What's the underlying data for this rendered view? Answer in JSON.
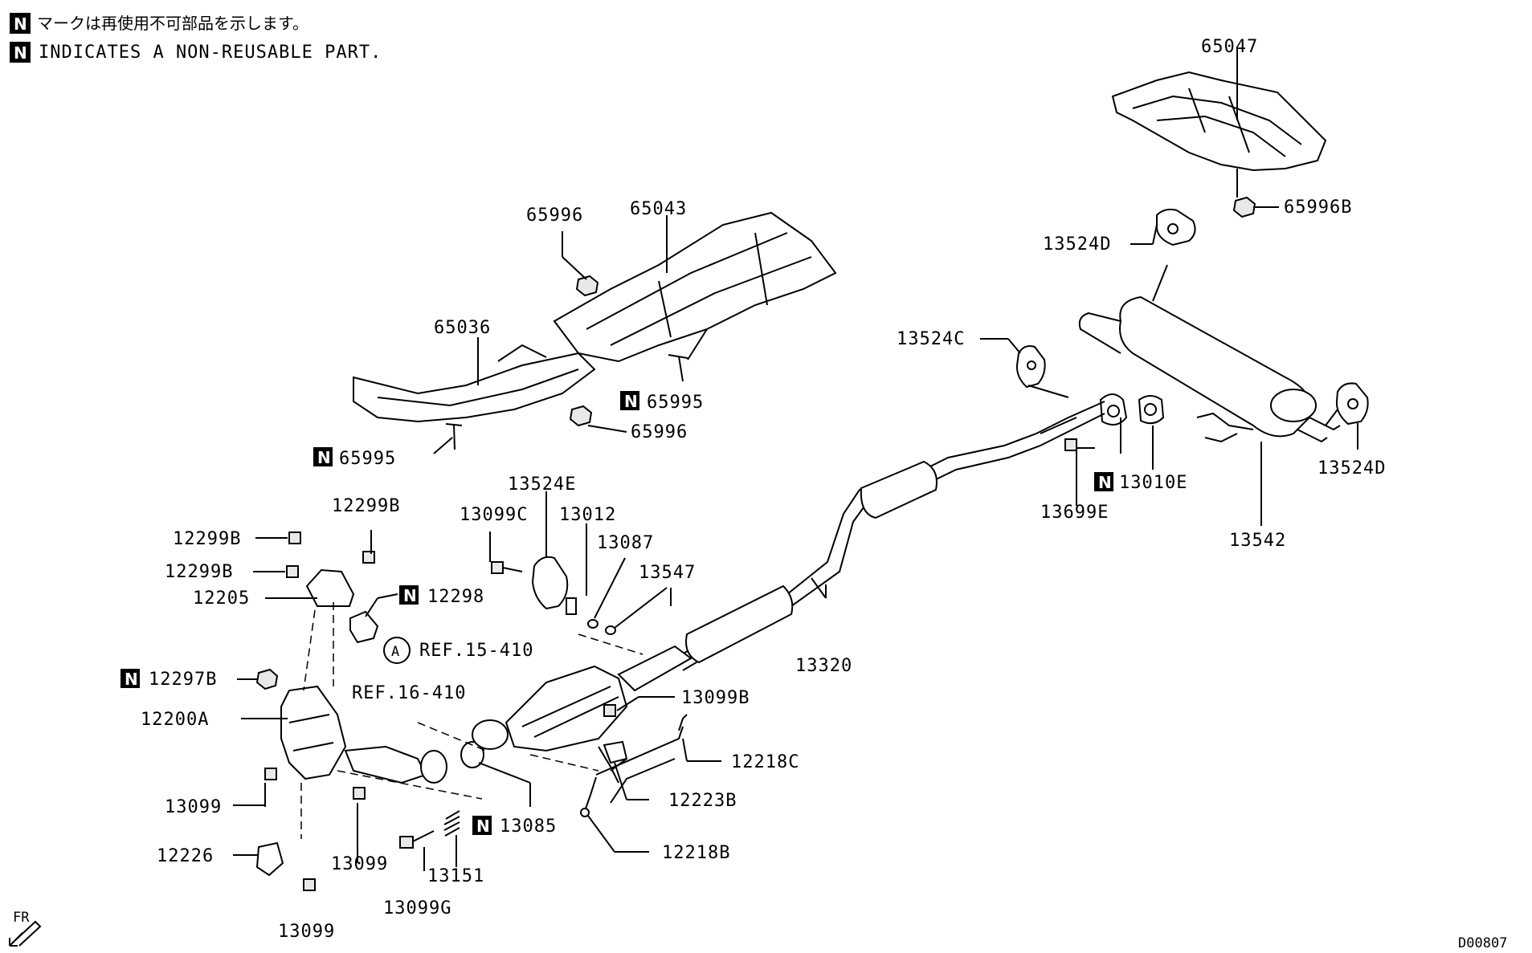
{
  "notes": {
    "japanese": "マークは再使用不可部品を示します。",
    "english": "INDICATES A NON-REUSABLE PART."
  },
  "badge_letter": "N",
  "drawing_id": "D00807",
  "front_label": "FR",
  "ref_circle_letter": "A",
  "labels": {
    "p65047": "65047",
    "p65996B": "65996B",
    "p13524D_top": "13524D",
    "p13524C": "13524C",
    "p13524D_right": "13524D",
    "p13010E": "13010E",
    "p13699E": "13699E",
    "p13542": "13542",
    "p65996_top": "65996",
    "p65043": "65043",
    "p65036": "65036",
    "p65995_right": "65995",
    "p65996_mid": "65996",
    "p65995_left": "65995",
    "p12299B_a": "12299B",
    "p12299B_b": "12299B",
    "p12299B_c": "12299B",
    "p12205": "12205",
    "p12298": "12298",
    "ref_15_410": "REF.15-410",
    "p12297B": "12297B",
    "p12200A": "12200A",
    "ref_16_410": "REF.16-410",
    "p13099_a": "13099",
    "p13099_b": "13099",
    "p13099_c": "13099",
    "p12226": "12226",
    "p13099G": "13099G",
    "p13151": "13151",
    "p13085": "13085",
    "p13524E": "13524E",
    "p13099C": "13099C",
    "p13012": "13012",
    "p13087": "13087",
    "p13547": "13547",
    "p13320": "13320",
    "p13099B": "13099B",
    "p12218C": "12218C",
    "p12223B": "12223B",
    "p12218B": "12218B"
  }
}
